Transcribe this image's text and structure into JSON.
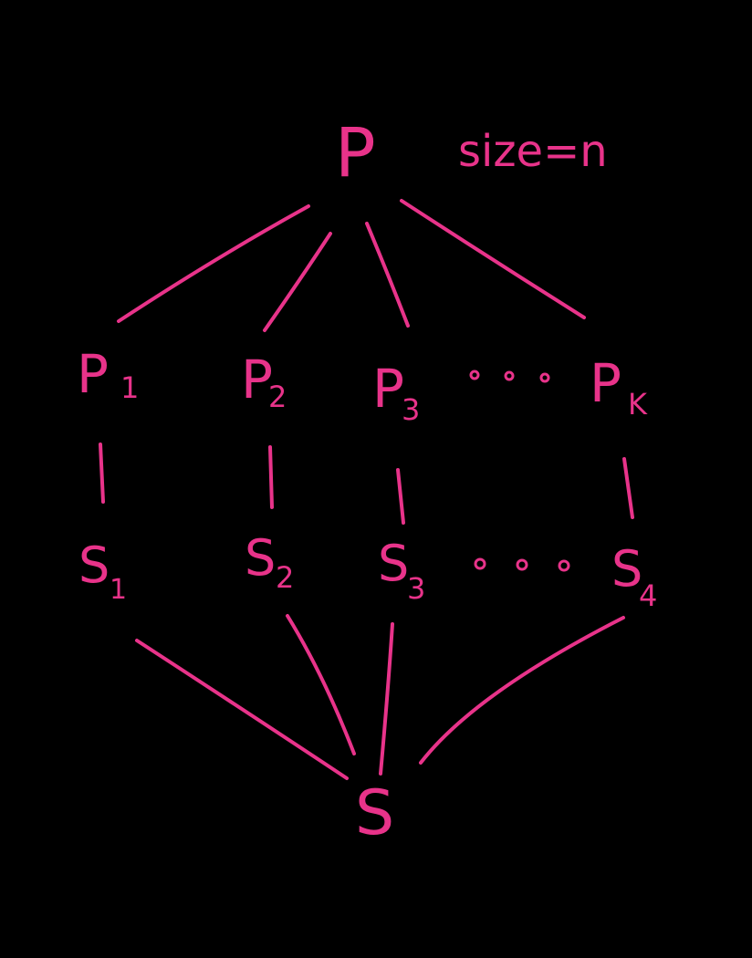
{
  "diagram": {
    "ink_color": "#e8338a",
    "background": "#000000",
    "root": {
      "label": "P",
      "annotation": "size=n"
    },
    "level1": [
      {
        "base": "P",
        "sub": "1"
      },
      {
        "base": "P",
        "sub": "2"
      },
      {
        "base": "P",
        "sub": "3"
      },
      {
        "base": "P",
        "sub": "K"
      }
    ],
    "level2": [
      {
        "base": "S",
        "sub": "1"
      },
      {
        "base": "S",
        "sub": "2"
      },
      {
        "base": "S",
        "sub": "3"
      },
      {
        "base": "S",
        "sub": "4"
      }
    ],
    "sink": {
      "label": "S"
    }
  }
}
